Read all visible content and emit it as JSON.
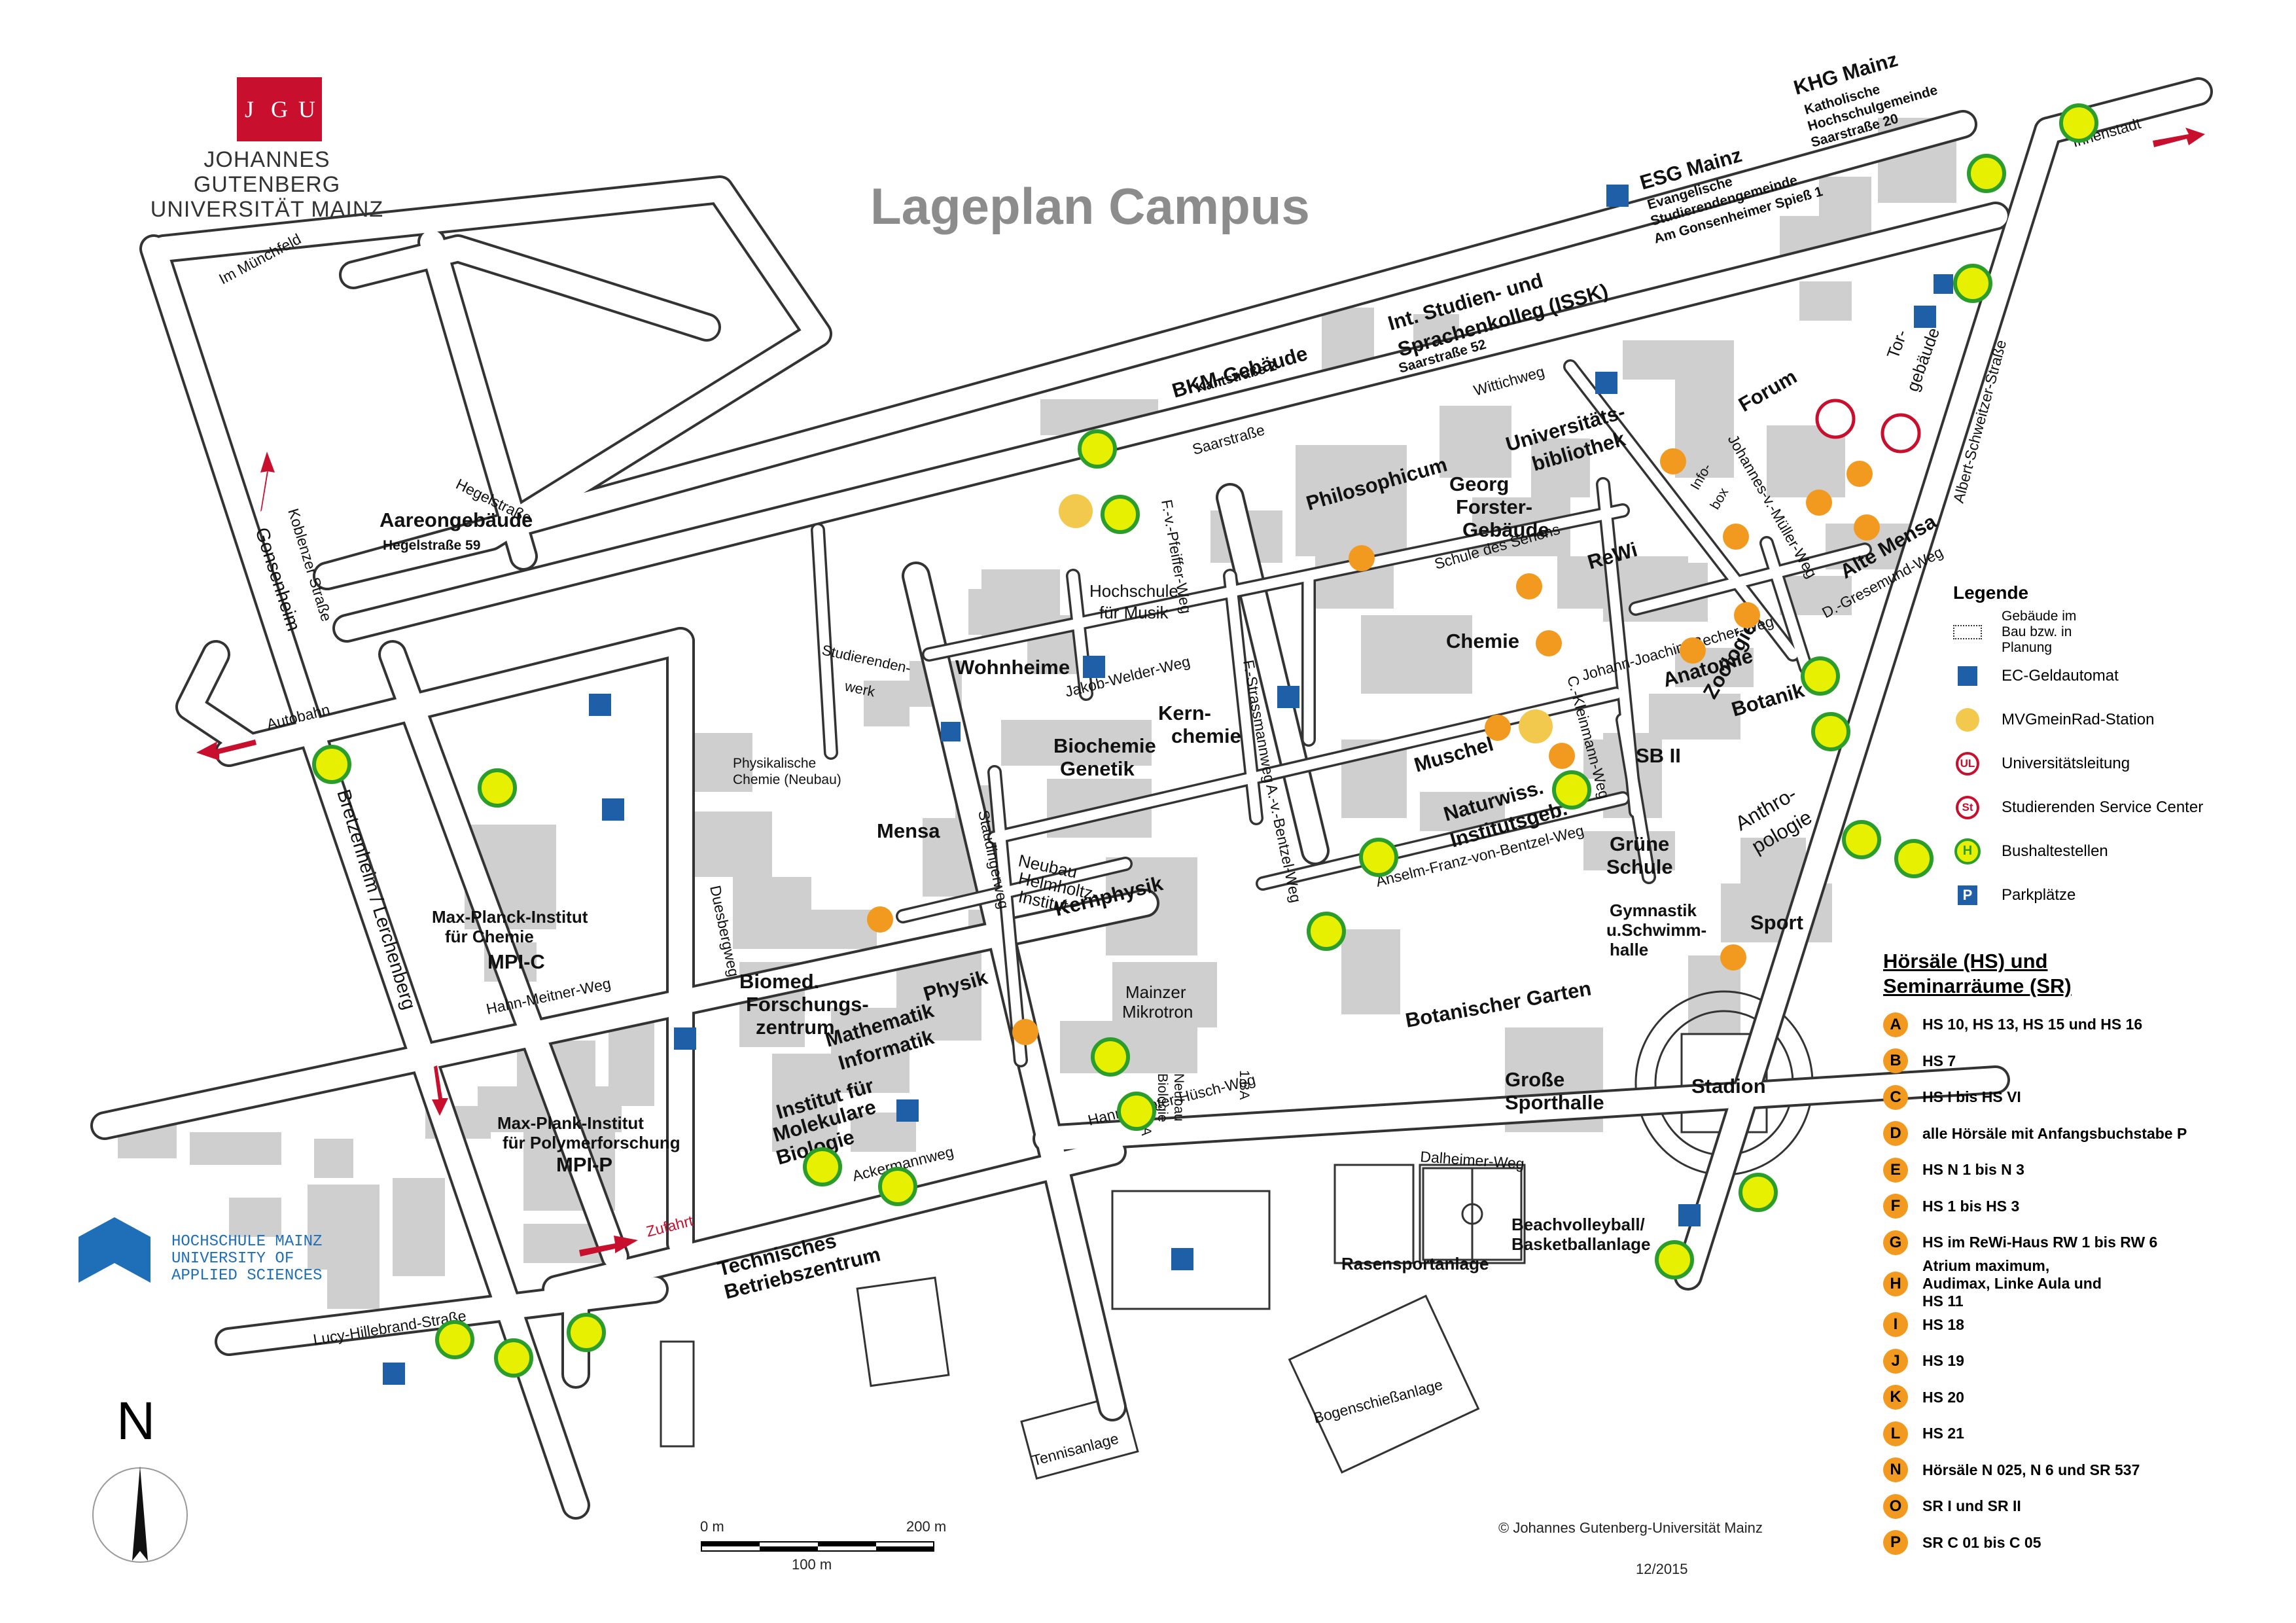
{
  "title": "Lageplan Campus",
  "brand": {
    "logo_letters": [
      "J",
      "G",
      "U"
    ],
    "line1": "JOHANNES GUTENBERG",
    "line2": "UNIVERSITÄT MAINZ"
  },
  "hochschule": {
    "line1": "HOCHSCHULE MAINZ",
    "line2": "UNIVERSITY OF",
    "line3": "APPLIED SCIENCES"
  },
  "north_label": "N",
  "legend": {
    "title": "Legende",
    "items": [
      {
        "icon": "dotted-outline-icon",
        "label": "Gebäude im Bau bzw. in Planung"
      },
      {
        "icon": "ec-atm-icon",
        "label": "EC-Geldautomat"
      },
      {
        "icon": "bike-station-icon",
        "label": "MVGmeinRad-Station"
      },
      {
        "icon": "ul-icon",
        "label": "Universitätsleitung"
      },
      {
        "icon": "st-icon",
        "label": "Studierenden Service Center"
      },
      {
        "icon": "bus-stop-icon",
        "label": "Bushaltestellen"
      },
      {
        "icon": "parking-icon",
        "label": "Parkplätze"
      }
    ],
    "icon_text": {
      "ul": "UL",
      "st": "St",
      "bus": "H",
      "parking": "P"
    }
  },
  "lecture_halls": {
    "title_line1": "Hörsäle (HS) und",
    "title_line2": "Seminarräume (SR)",
    "items": [
      {
        "letter": "A",
        "label": "HS 10, HS 13, HS 15 und HS 16"
      },
      {
        "letter": "B",
        "label": "HS 7"
      },
      {
        "letter": "C",
        "label": "HS I  bis HS VI"
      },
      {
        "letter": "D",
        "label": "alle Hörsäle mit Anfangsbuchstabe P"
      },
      {
        "letter": "E",
        "label": "HS N 1 bis N 3"
      },
      {
        "letter": "F",
        "label": "HS 1 bis HS 3"
      },
      {
        "letter": "G",
        "label": "HS im ReWi-Haus  RW 1 bis RW 6"
      },
      {
        "letter": "H",
        "label": "Atrium maximum, Audimax, Linke Aula und HS 11"
      },
      {
        "letter": "I",
        "label": "HS 18"
      },
      {
        "letter": "J",
        "label": "HS 19"
      },
      {
        "letter": "K",
        "label": "HS 20"
      },
      {
        "letter": "L",
        "label": "HS 21"
      },
      {
        "letter": "N",
        "label": "Hörsäle N 025, N 6 und SR 537"
      },
      {
        "letter": "O",
        "label": "SR I  und SR II"
      },
      {
        "letter": "P",
        "label": "SR C 01 bis C 05"
      }
    ]
  },
  "scale": {
    "label_0": "0 m",
    "label_200": "200 m",
    "label_100": "100 m"
  },
  "copyright": "© Johannes Gutenberg-Universität Mainz",
  "date": "12/2015",
  "map_labels": [
    {
      "text": "Im Münchfeld"
    },
    {
      "text": "Hegelstraße"
    },
    {
      "text": "Koblenzer Straße"
    },
    {
      "text": "Gonsenheim"
    },
    {
      "text": "Aareongebäude"
    },
    {
      "text": "Hegelstraße 59"
    },
    {
      "text": "Autobahn"
    },
    {
      "text": "Bretzenheim / Lerchenberg"
    },
    {
      "text": "Saarstraße"
    },
    {
      "text": "BKM-Gebäude"
    },
    {
      "text": "Kantstraße 2"
    },
    {
      "text": "Int. Studien- und"
    },
    {
      "text": "Sprachenkolleg (ISSK)"
    },
    {
      "text": "Saarstraße 52"
    },
    {
      "text": "ESG Mainz"
    },
    {
      "text": "Evangelische"
    },
    {
      "text": "Studierendengemeinde"
    },
    {
      "text": "Am Gonsenheimer Spieß 1"
    },
    {
      "text": "KHG Mainz"
    },
    {
      "text": "Katholische"
    },
    {
      "text": "Hochschulgemeinde"
    },
    {
      "text": "Saarstraße 20"
    },
    {
      "text": "Innenstadt"
    },
    {
      "text": "Wittichweg"
    },
    {
      "text": "Philosophicum"
    },
    {
      "text": "Georg"
    },
    {
      "text": "Forster-"
    },
    {
      "text": "Gebäude"
    },
    {
      "text": "Universitäts-"
    },
    {
      "text": "bibliothek"
    },
    {
      "text": "Schule des Sehens"
    },
    {
      "text": "Forum"
    },
    {
      "text": "Tor-"
    },
    {
      "text": "gebäude"
    },
    {
      "text": "Johannes-v.-Müller-Weg"
    },
    {
      "text": "Info-"
    },
    {
      "text": "box"
    },
    {
      "text": "ReWi"
    },
    {
      "text": "Alte Mensa"
    },
    {
      "text": "D.-Gresemund-Weg"
    },
    {
      "text": "Albert-Schweitzer-Straße"
    },
    {
      "text": "Hochschule"
    },
    {
      "text": "für Musik"
    },
    {
      "text": "Wohnheime"
    },
    {
      "text": "F.-v.-Pfeiffer-Weg"
    },
    {
      "text": "Jakob-Welder-Weg"
    },
    {
      "text": "Chemie"
    },
    {
      "text": "Johann-Joachim-Becher-Weg"
    },
    {
      "text": "Anatomie"
    },
    {
      "text": "Zoologie"
    },
    {
      "text": "Botanik"
    },
    {
      "text": "Studierenden-"
    },
    {
      "text": "werk"
    },
    {
      "text": "Biochemie"
    },
    {
      "text": "Genetik"
    },
    {
      "text": "Kern-"
    },
    {
      "text": "chemie"
    },
    {
      "text": "F.-Strassmannweg"
    },
    {
      "text": "Muschel"
    },
    {
      "text": "SB II"
    },
    {
      "text": "C.-Kleinmann-Weg"
    },
    {
      "text": "Naturwiss."
    },
    {
      "text": "Institutsgeb."
    },
    {
      "text": "Anthro-"
    },
    {
      "text": "pologie"
    },
    {
      "text": "Physikalische"
    },
    {
      "text": "Chemie (Neubau)"
    },
    {
      "text": "Mensa"
    },
    {
      "text": "Staudingerweg"
    },
    {
      "text": "A.-v.-Bentzel-Weg"
    },
    {
      "text": "Anselm-Franz-von-Bentzel-Weg"
    },
    {
      "text": "Grüne"
    },
    {
      "text": "Schule"
    },
    {
      "text": "Neubau"
    },
    {
      "text": "Helmholtz-"
    },
    {
      "text": "Institut"
    },
    {
      "text": "Kernphysik"
    },
    {
      "text": "Gymnastik"
    },
    {
      "text": "u.Schwimm-"
    },
    {
      "text": "halle"
    },
    {
      "text": "Sport"
    },
    {
      "text": "Max-Planck-Institut"
    },
    {
      "text": "für Chemie"
    },
    {
      "text": "MPI-C"
    },
    {
      "text": "Duesbergweg"
    },
    {
      "text": "Biomed."
    },
    {
      "text": "Forschungs-"
    },
    {
      "text": "zentrum"
    },
    {
      "text": "Mathematik"
    },
    {
      "text": "Informatik"
    },
    {
      "text": "Physik"
    },
    {
      "text": "Mainzer"
    },
    {
      "text": "Mikrotron"
    },
    {
      "text": "Botanischer Garten"
    },
    {
      "text": "Große"
    },
    {
      "text": "Sporthalle"
    },
    {
      "text": "Stadion"
    },
    {
      "text": "Hahn-Meitner-Weg"
    },
    {
      "text": "Max-Plank-Institut"
    },
    {
      "text": "für Polymerforschung"
    },
    {
      "text": "MPI-P"
    },
    {
      "text": "Institut für"
    },
    {
      "text": "Molekulare"
    },
    {
      "text": "Biologie"
    },
    {
      "text": "Hanns-Dieter-Hüsch-Weg"
    },
    {
      "text": "Neubau"
    },
    {
      "text": "Biologie"
    },
    {
      "text": "2.BA"
    },
    {
      "text": "1.BA"
    },
    {
      "text": "Ackermannweg"
    },
    {
      "text": "Dalheimer-Weg"
    },
    {
      "text": "Rasensportanlage"
    },
    {
      "text": "Beachvolleyball/"
    },
    {
      "text": "Basketballanlage"
    },
    {
      "text": "Zufahrt"
    },
    {
      "text": "Technisches"
    },
    {
      "text": "Betriebszentrum"
    },
    {
      "text": "Lucy-Hillebrand-Straße"
    },
    {
      "text": "Tennisanlage"
    },
    {
      "text": "Bogenschießanlage"
    }
  ]
}
